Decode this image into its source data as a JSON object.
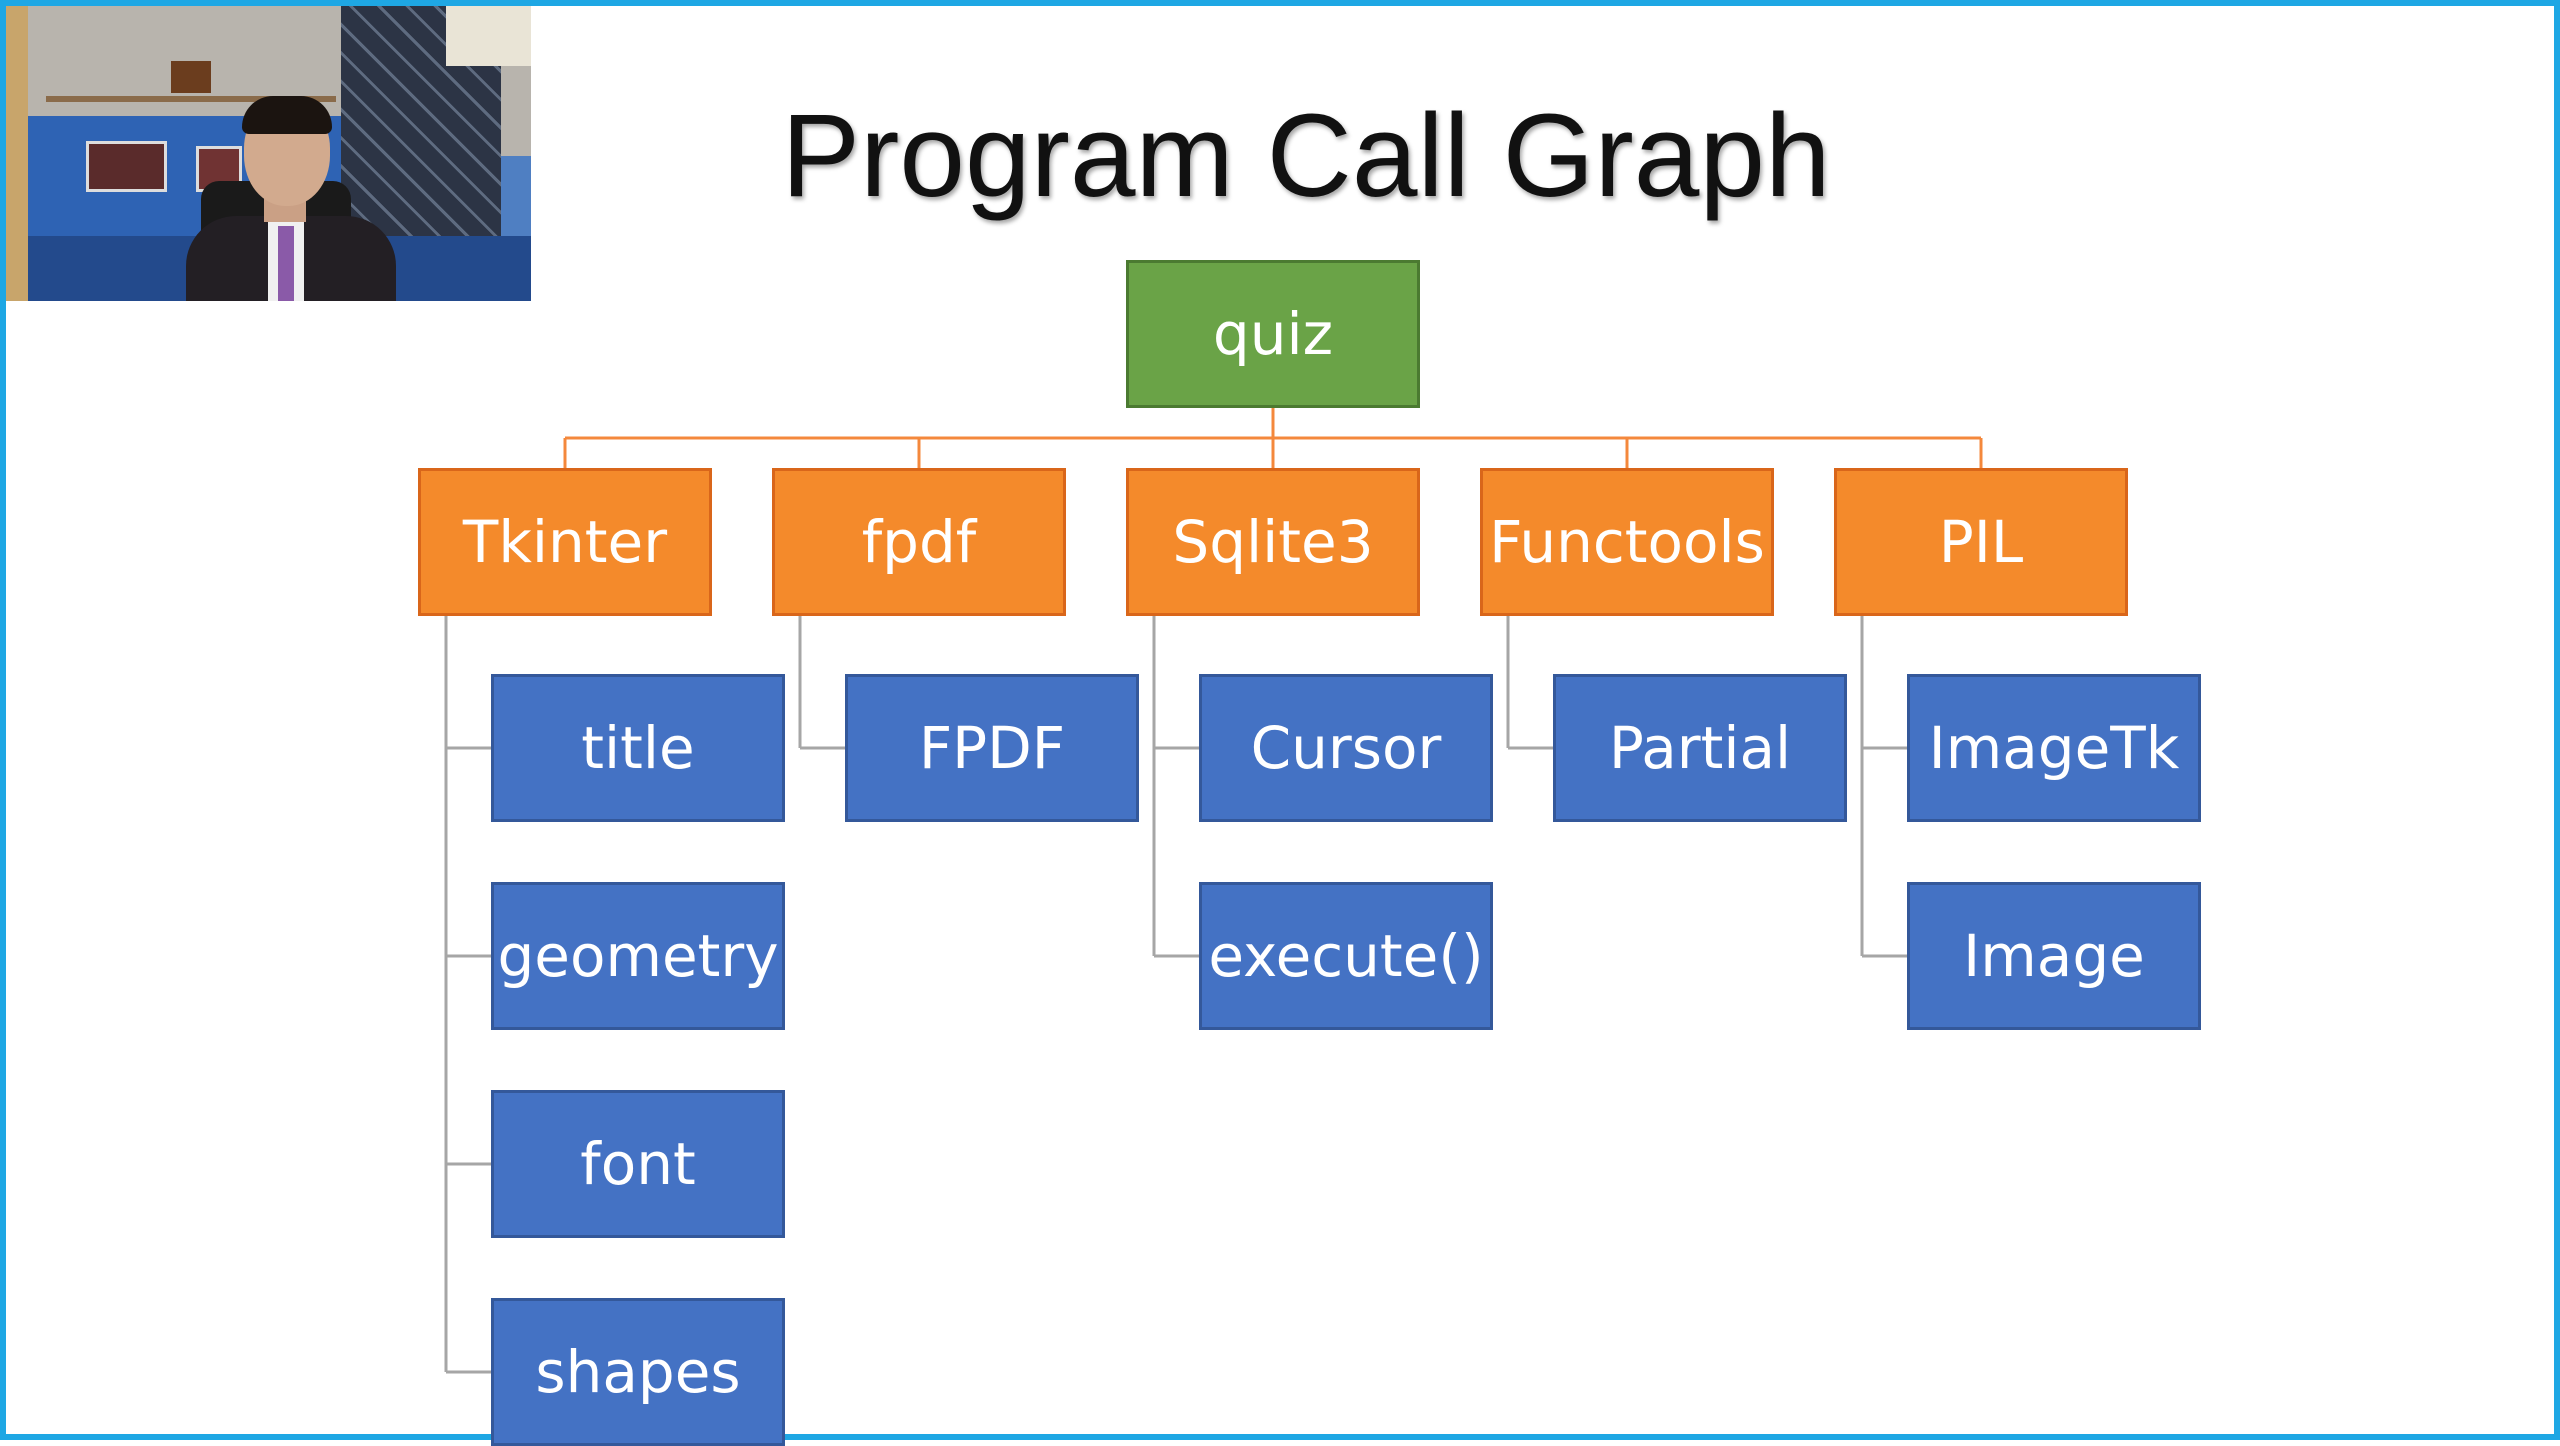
{
  "slide": {
    "title": "Program Call Graph",
    "border_color": "#1ea7e4"
  },
  "webcam": {
    "description_icon": "webcam-feed"
  },
  "diagram": {
    "root": {
      "label": "quiz",
      "color": "#6aa347"
    },
    "libraries": [
      {
        "label": "Tkinter",
        "children": [
          "title",
          "geometry",
          "font",
          "shapes"
        ]
      },
      {
        "label": "fpdf",
        "children": [
          "FPDF"
        ]
      },
      {
        "label": "Sqlite3",
        "children": [
          "Cursor",
          "execute()"
        ]
      },
      {
        "label": "Functools",
        "children": [
          "Partial"
        ]
      },
      {
        "label": "PIL",
        "children": [
          "ImageTk",
          "Image"
        ]
      }
    ],
    "colors": {
      "library": "#f48a2b",
      "child": "#4472c4",
      "root_connector": "#f4883c",
      "child_connector": "#a6a6a6"
    }
  }
}
